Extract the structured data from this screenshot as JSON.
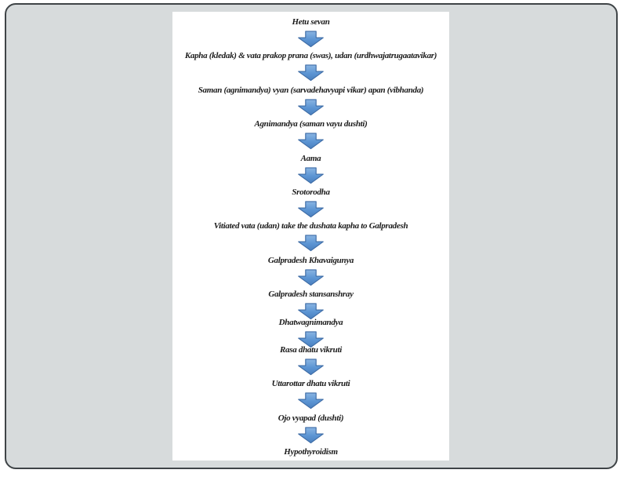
{
  "colors": {
    "canvas-bg": "#ffffff",
    "frame-bg": "#d7dbdc",
    "frame-border": "#3f4447",
    "panel-bg": "#ffffff",
    "arrow-fill-top": "#8ab4e2",
    "arrow-fill-mid": "#5b94d3",
    "arrow-fill-bottom": "#4a7fbd",
    "arrow-border": "#3e6ca6",
    "text": "#1a1a1a"
  },
  "flowchart": {
    "arrow_icon": "down-arrow-icon",
    "steps": [
      "Hetu sevan",
      "Kapha (kledak) & vata prakop prana (swas), udan (urdhwajatrugaatavikar)",
      "Saman (agnimandya) vyan (sarvadehavyapi vikar) apan (vibhanda)",
      "Agnimandya (saman vayu dushti)",
      "Aama",
      "Srotorodha",
      "Vitiated vata (udan) take the dushata kapha to Galpradesh",
      "Galpradesh Khavaigunya",
      "Galpradesh stansanshray",
      "Dhatwagnimandya",
      "Rasa dhatu vikruti",
      "Uttarottar dhatu vikruti",
      "Ojo vyapad (dushti)",
      "Hypothyroidism"
    ]
  }
}
